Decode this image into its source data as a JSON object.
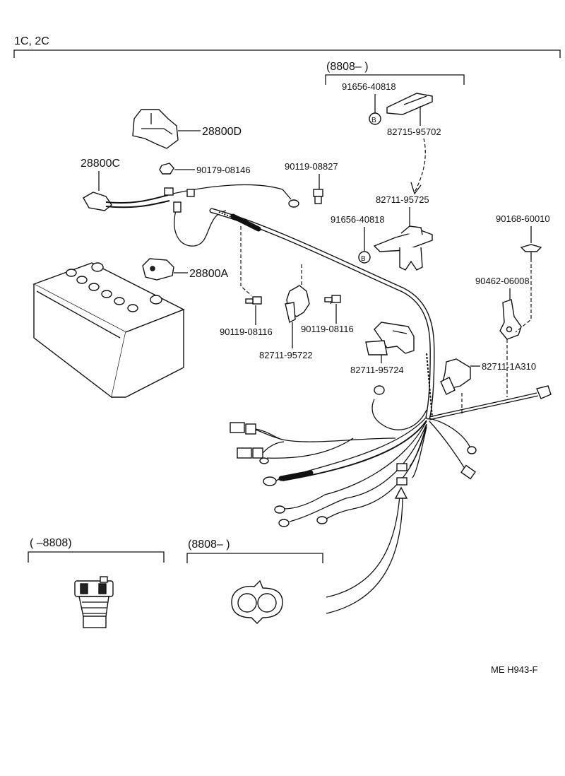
{
  "header": {
    "engine_label": "1C, 2C"
  },
  "groups": {
    "top_range": "(8808–        )",
    "bottom_left_range": "(        –8808)",
    "bottom_mid_range": "(8808–        )"
  },
  "parts": {
    "p28800D": "28800D",
    "p28800C": "28800C",
    "p28800A": "28800A",
    "p90179_08146": "90179-08146",
    "p90119_08827": "90119-08827",
    "p91656_40818_top": "91656-40818",
    "p82715_95702": "82715-95702",
    "p82711_95725": "82711-95725",
    "p91656_40818_mid": "91656-40818",
    "p90168_60010": "90168-60010",
    "p90462_06008": "90462-06008",
    "p90119_08116_left": "90119-08116",
    "p90119_08116_right": "90119-08116",
    "p82711_95722": "82711-95722",
    "p82711_95724": "82711-95724",
    "p82711_1A310": "82711-1A310"
  },
  "markers": {
    "b_top": "B",
    "b_mid": "B"
  },
  "footer": {
    "code": "ME  H943-F"
  }
}
